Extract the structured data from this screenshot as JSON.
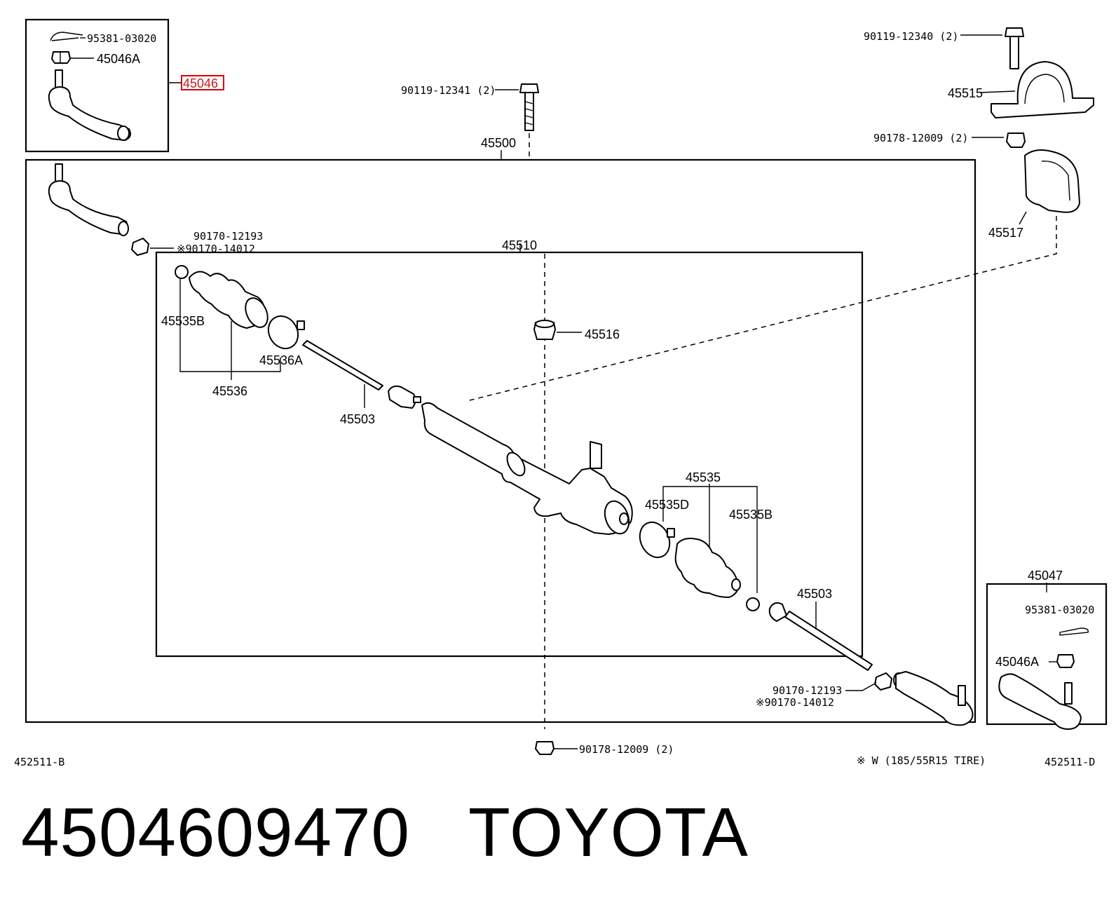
{
  "diagram": {
    "labels": {
      "inset_left_cotter": "95381-03020",
      "inset_left_nut": "45046A",
      "inset_left_part": "45046",
      "top_bolt": "90119-12341 (2)",
      "assembly": "45500",
      "right_bolt": "90119-12340 (2)",
      "bracket": "45515",
      "right_nut": "90178-12009 (2)",
      "bushing_right": "45517",
      "nut_left_a": "90170-12193",
      "nut_left_b": "※90170-14012",
      "rack_assembly": "45510",
      "boot_clamp_left": "45535B",
      "bushing_center": "45516",
      "clamp_left": "45536A",
      "boot_kit_left": "45536",
      "tie_rod_left": "45503",
      "boot_kit_right": "45535",
      "clamp_right": "45535D",
      "boot_clamp_right": "45535B",
      "tie_rod_right": "45503",
      "inset_right_part": "45047",
      "inset_right_cotter": "95381-03020",
      "inset_right_nut": "45046A",
      "nut_right_a": "90170-12193",
      "nut_right_b": "※90170-14012",
      "bottom_nut": "90178-12009 (2)",
      "ref_left": "452511-B",
      "tire_note": "※ W (185/55R15  TIRE)",
      "ref_right": "452511-D"
    },
    "highlight_color": "#e00000"
  },
  "footer": {
    "part_number": "4504609470",
    "brand": "TOYOTA"
  }
}
